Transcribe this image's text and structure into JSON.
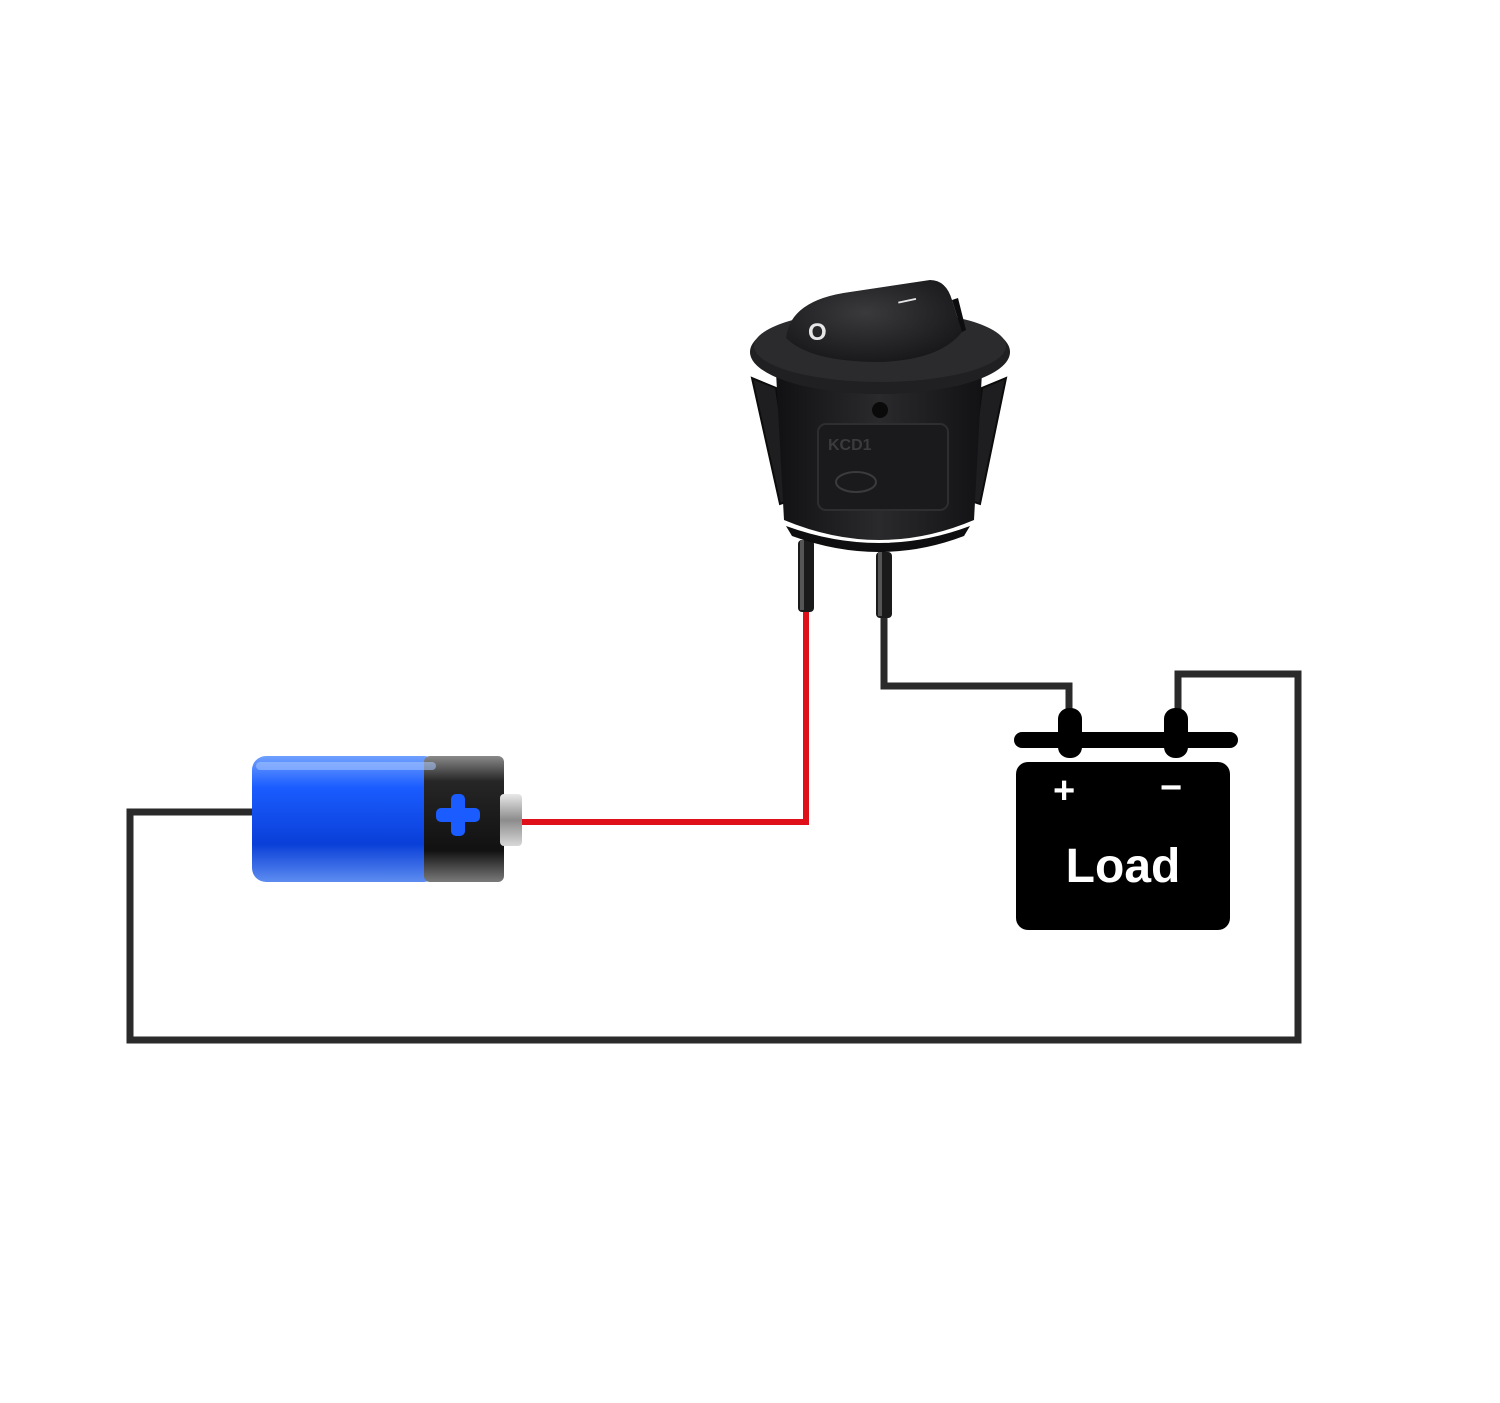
{
  "switch": {
    "off_mark": "O",
    "on_mark": "—",
    "brand_text": "KCD1"
  },
  "battery": {
    "terminal_symbol": "+"
  },
  "load": {
    "label": "Load",
    "plus_symbol": "+",
    "minus_symbol": "−"
  },
  "colors": {
    "wire_black": "#2a2a2a",
    "wire_red": "#e0101a",
    "battery_blue": "#1a5cff",
    "load_fill": "#000000",
    "switch_body": "#1b1b1d"
  }
}
